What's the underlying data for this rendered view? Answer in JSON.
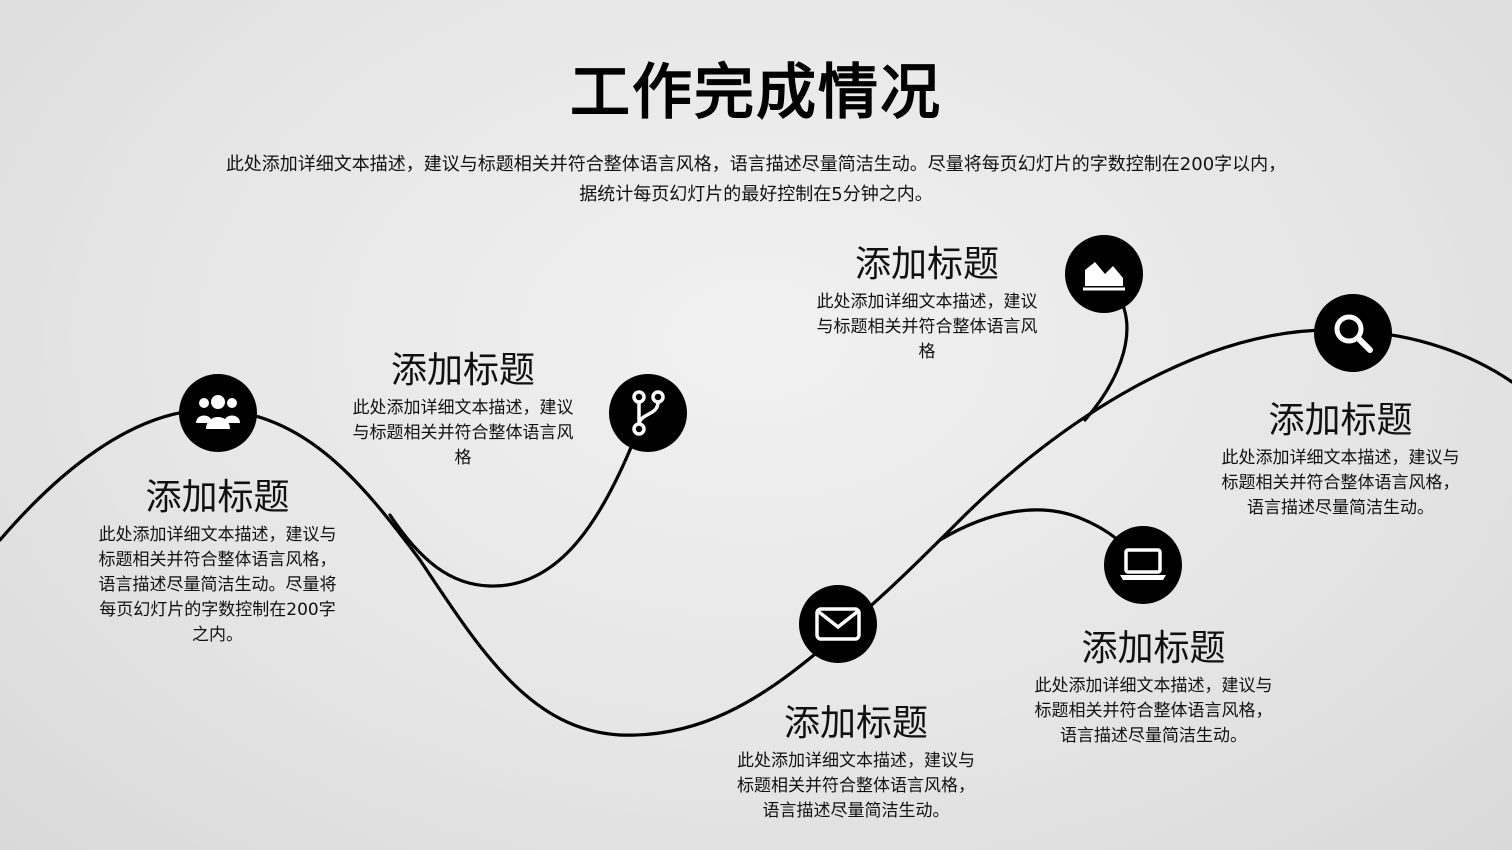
{
  "title": "工作完成情况",
  "intro": {
    "line1": "此处添加详细文本描述，建议与标题相关并符合整体语言风格，语言描述尽量简洁生动。尽量将每页幻灯片的字数控制在200字以内，",
    "line2": "据统计每页幻灯片的最好控制在5分钟之内。"
  },
  "items": [
    {
      "icon": "users-icon",
      "title": "添加标题",
      "desc": "此处添加详细文本描述，建议与标题相关并符合整体语言风格，语言描述尽量简洁生动。尽量将每页幻灯片的字数控制在200字之内。"
    },
    {
      "icon": "code-branch-icon",
      "title": "添加标题",
      "desc": "此处添加详细文本描述，建议与标题相关并符合整体语言风格"
    },
    {
      "icon": "envelope-icon",
      "title": "添加标题",
      "desc": "此处添加详细文本描述，建议与标题相关并符合整体语言风格，语言描述尽量简洁生动。"
    },
    {
      "icon": "area-chart-icon",
      "title": "添加标题",
      "desc": "此处添加详细文本描述，建议与标题相关并符合整体语言风格"
    },
    {
      "icon": "laptop-icon",
      "title": "添加标题",
      "desc": "此处添加详细文本描述，建议与标题相关并符合整体语言风格，语言描述尽量简洁生动。"
    },
    {
      "icon": "search-icon",
      "title": "添加标题",
      "desc": "此处添加详细文本描述，建议与标题相关并符合整体语言风格，语言描述尽量简洁生动。"
    }
  ],
  "colors": {
    "line": "#000000",
    "icon_bg": "#000000",
    "icon_fg": "#ffffff"
  }
}
